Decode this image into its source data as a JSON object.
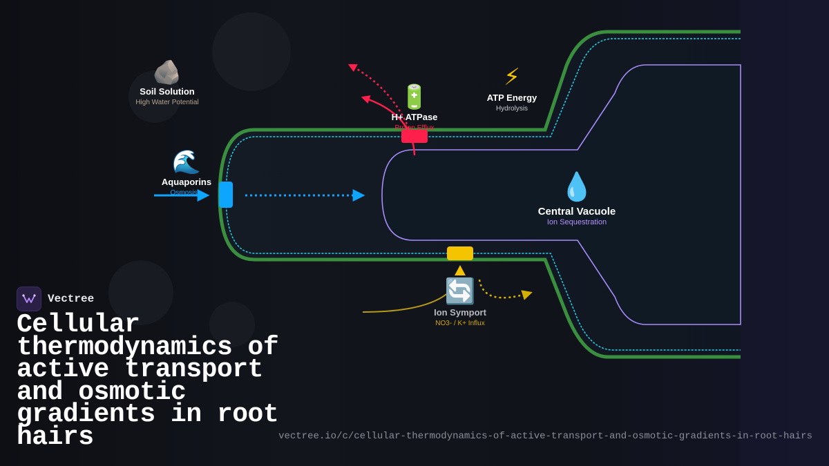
{
  "brand": {
    "name": "Vectree"
  },
  "title": "Cellular thermodynamics of active transport and osmotic gradients in root hairs",
  "url": "vectree.io/c/cellular-thermodynamics-of-active-transport-and-osmotic-gradients-in-root-hairs",
  "nodes": {
    "soil": {
      "icon": "rock-icon",
      "glyph": "🪨",
      "title": "Soil Solution",
      "subtitle": "High Water Potential",
      "subtitle_color": "#b9a58e"
    },
    "aquaporins": {
      "icon": "wave-icon",
      "glyph": "🌊",
      "title": "Aquaporins",
      "subtitle": "Osmosis",
      "subtitle_color": "#1aa3ff"
    },
    "atpase": {
      "icon": "battery-icon",
      "glyph": "🔋",
      "title": "H+ ATPase",
      "subtitle": "Proton Efflux",
      "subtitle_color": "#ff2244"
    },
    "atp": {
      "icon": "lightning-icon",
      "glyph": "⚡",
      "title": "ATP Energy",
      "subtitle": "Hydrolysis",
      "subtitle_color": "#c8c8d0"
    },
    "vacuole": {
      "icon": "droplet-icon",
      "glyph": "💧",
      "title": "Central Vacuole",
      "subtitle": "Ion Sequestration",
      "subtitle_color": "#b590ff"
    },
    "symport": {
      "icon": "cycle-arrows-icon",
      "glyph": "🔄",
      "title": "Ion Symport",
      "subtitle": "NO3- / K+ Influx",
      "subtitle_color": "#d4a800"
    }
  },
  "colors": {
    "cell_wall": "#3a8f3f",
    "membrane": "#22d3ee",
    "tonoplast": "#a78bfa",
    "water": "#0ea5ff",
    "proton": "#ff1f4b",
    "symport": "#f5c400",
    "background": "#0f1117"
  }
}
